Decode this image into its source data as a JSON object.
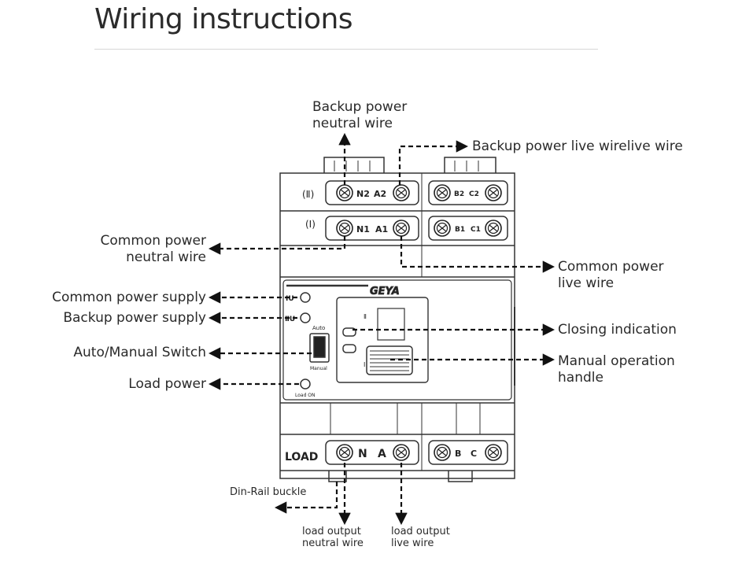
{
  "title": "Wiring instructions",
  "labels": {
    "backup_neutral": "Backup power\nneutral wire",
    "backup_live": "Backup power live wirelive wire",
    "common_neutral": "Common power\nneutral wire",
    "common_live": "Common power\nlive wire",
    "common_supply": "Common power supply",
    "backup_supply": "Backup power supply",
    "auto_manual": "Auto/Manual Switch",
    "load_power": "Load power",
    "closing_indication": "Closing indication",
    "manual_handle": "Manual operation\nhandle",
    "din_rail": "Din-Rail buckle",
    "load_out_neutral": "load output\nneutral wire",
    "load_out_live": "load output\nlive wire"
  },
  "device": {
    "row_ii": "(Ⅱ)",
    "row_i": "(Ⅰ)",
    "row_load": "LOAD",
    "t_n2": "N2",
    "t_a2": "A2",
    "t_b2": "B2",
    "t_c2": "C2",
    "t_n1": "N1",
    "t_a1": "A1",
    "t_b1": "B1",
    "t_c1": "C1",
    "t_n": "N",
    "t_a": "A",
    "t_b": "B",
    "t_c": "C",
    "brand": "GEYA",
    "ind_iu": "ⅠU",
    "ind_iiu": "ⅡU",
    "sw_auto": "Auto",
    "sw_manual": "Manual",
    "load_on": "Load ON",
    "pos_ii": "Ⅱ",
    "pos_i": "Ⅰ"
  }
}
